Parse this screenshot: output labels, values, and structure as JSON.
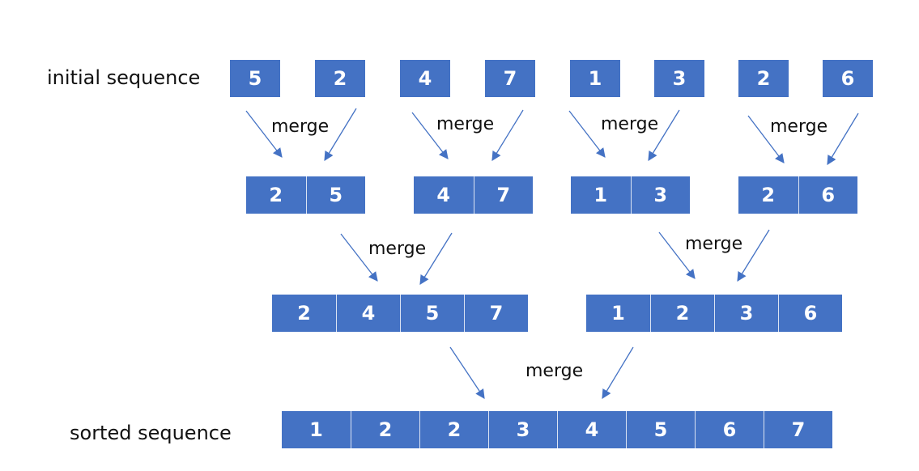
{
  "labels": {
    "initial": "initial sequence",
    "sorted": "sorted sequence"
  },
  "merge_label": "merge",
  "colors": {
    "cell_fill": "#4472c4",
    "cell_text": "#ffffff",
    "divider": "#dbe3f3",
    "arrow": "#4472c4"
  },
  "levels": {
    "initial": [
      [
        "5"
      ],
      [
        "2"
      ],
      [
        "4"
      ],
      [
        "7"
      ],
      [
        "1"
      ],
      [
        "3"
      ],
      [
        "2"
      ],
      [
        "6"
      ]
    ],
    "pairs": [
      [
        "2",
        "5"
      ],
      [
        "4",
        "7"
      ],
      [
        "1",
        "3"
      ],
      [
        "2",
        "6"
      ]
    ],
    "quads": [
      [
        "2",
        "4",
        "5",
        "7"
      ],
      [
        "1",
        "2",
        "3",
        "6"
      ]
    ],
    "sorted": [
      [
        "1",
        "2",
        "2",
        "3",
        "4",
        "5",
        "6",
        "7"
      ]
    ]
  }
}
